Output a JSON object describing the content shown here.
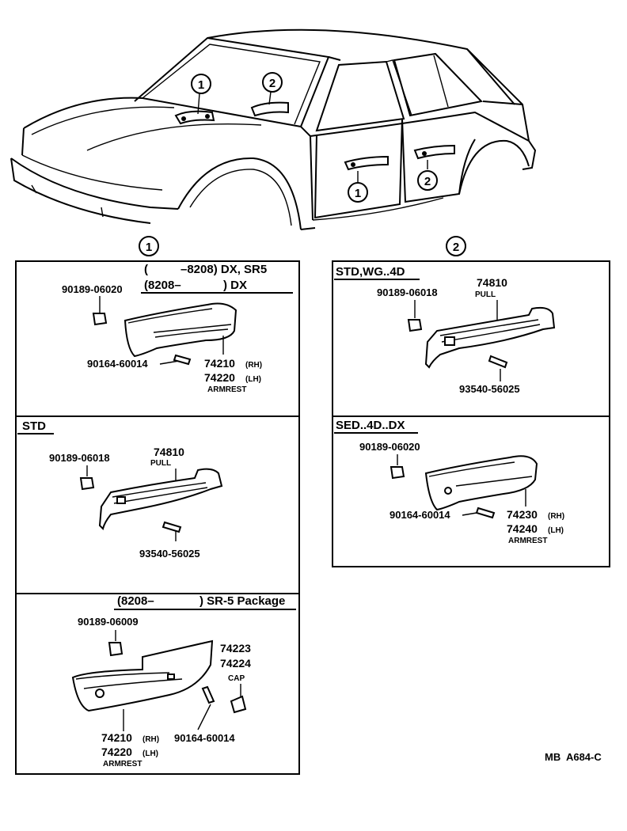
{
  "callouts": {
    "one": "1",
    "two": "2"
  },
  "panel1": {
    "header_a_open": "(",
    "header_a_rest": "–8208) DX, SR5",
    "header_b_open": "(8208–",
    "header_b_rest": ") DX",
    "nut": "90189-06020",
    "screw": "90164-60014",
    "part_rh": "74210",
    "part_lh": "74220",
    "rh": "(RH)",
    "lh": "(LH)",
    "name": "ARMREST"
  },
  "panel_std": {
    "header": "STD",
    "nut": "90189-06018",
    "part": "74810",
    "name": "PULL",
    "screw": "93540-56025"
  },
  "panel_sr5": {
    "header_open": "(8208–",
    "header_rest": ") SR-5 Package",
    "nut": "90189-06009",
    "cap_a": "74223",
    "cap_b": "74224",
    "cap_name": "CAP",
    "part_rh": "74210",
    "part_lh": "74220",
    "rh": "(RH)",
    "lh": "(LH)",
    "name": "ARMREST",
    "screw": "90164-60014"
  },
  "panel2": {
    "header": "STD,WG..4D",
    "nut": "90189-06018",
    "part": "74810",
    "name": "PULL",
    "screw": "93540-56025"
  },
  "panel_sed": {
    "header": "SED..4D..DX",
    "nut": "90189-06020",
    "screw": "90164-60014",
    "part_rh": "74230",
    "part_lh": "74240",
    "rh": "(RH)",
    "lh": "(LH)",
    "name": "ARMREST"
  },
  "footer": {
    "code": "MB  A684-C"
  }
}
